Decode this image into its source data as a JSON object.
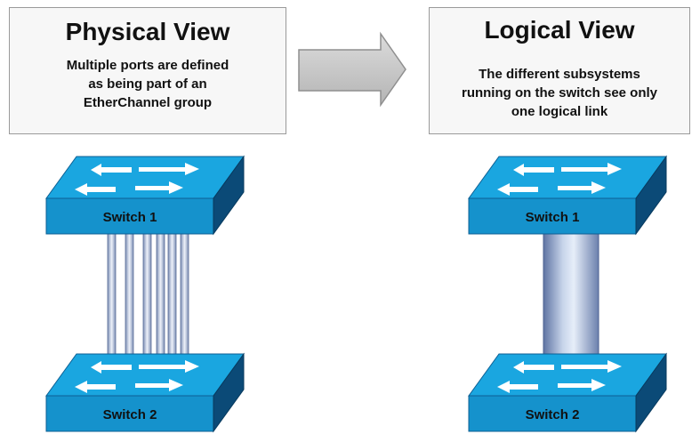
{
  "physical_view": {
    "title": "Physical View",
    "description_lines": [
      "Multiple ports are defined",
      "as being part of an",
      "EtherChannel group"
    ]
  },
  "logical_view": {
    "title": "Logical View",
    "description_lines": [
      "The different subsystems",
      "running on the switch see only",
      "one logical link"
    ]
  },
  "physical_switches": {
    "top_label": "Switch 1",
    "bottom_label": "Switch 2"
  },
  "logical_switches": {
    "top_label": "Switch 1",
    "bottom_label": "Switch 2"
  },
  "physical_link": {
    "port_count": 6
  },
  "colors": {
    "switch_top": "#1aa6e0",
    "switch_front": "#1592cc",
    "switch_side": "#0b4a77",
    "arrow_fill": "#ffffff",
    "transition_arrow": "#c8c8c8",
    "link_bundle": "#a9b9d6"
  }
}
